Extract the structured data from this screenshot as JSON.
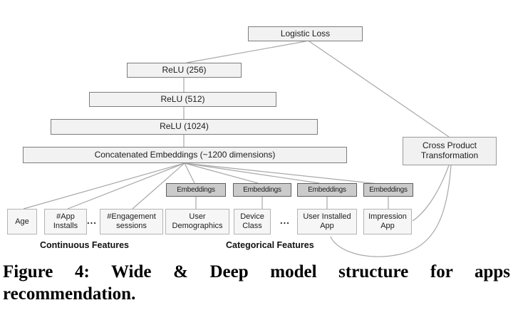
{
  "figure": {
    "nodes": {
      "logistic_loss": "Logistic Loss",
      "relu256": "ReLU (256)",
      "relu512": "ReLU (512)",
      "relu1024": "ReLU (1024)",
      "concat": "Concatenated Embeddings (~1200 dimensions)",
      "cross_product": "Cross Product Transformation",
      "embeddings_label": "Embeddings"
    },
    "features": [
      {
        "label": "Age"
      },
      {
        "label": "#App Installs"
      },
      {
        "label": "#Engagement sessions"
      },
      {
        "label": "User Demographics"
      },
      {
        "label": "Device Class"
      },
      {
        "label": "User Installed App"
      },
      {
        "label": "Impression App"
      }
    ],
    "ellipsis": "...",
    "group_labels": {
      "continuous": "Continuous Features",
      "categorical": "Categorical Features"
    },
    "line_color": "#a8a8a8"
  },
  "caption": {
    "line1": "Figure 4: Wide & Deep model structure for apps",
    "line2": "recommendation."
  }
}
